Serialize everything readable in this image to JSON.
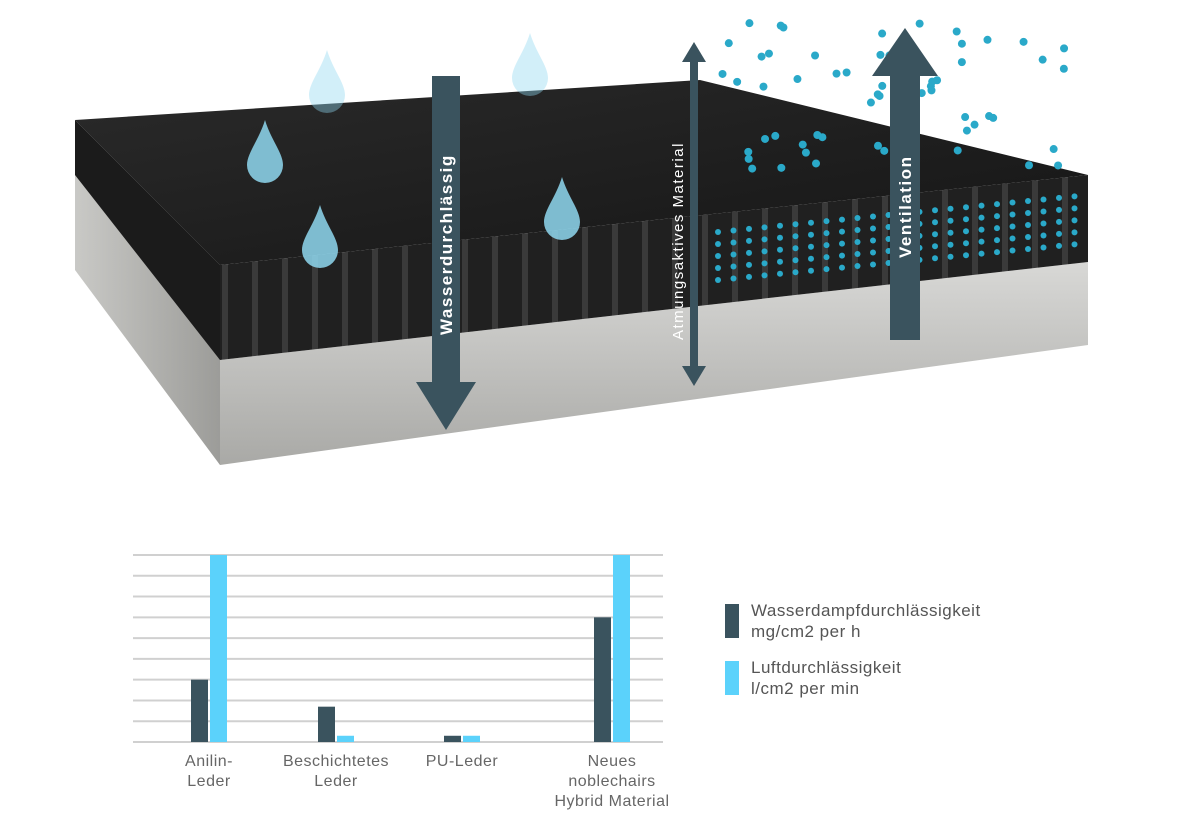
{
  "illustration": {
    "labels": {
      "water": "Wasserdurchlässig",
      "breathable": "Atmungsaktives Material",
      "ventilation": "Ventilation"
    },
    "colors": {
      "arrow": "#3a535e",
      "drop": "#8fd8f0",
      "particle": "#2aa9c9"
    }
  },
  "chart_data": {
    "type": "bar",
    "title": "",
    "xlabel": "",
    "ylabel": "",
    "ylim": [
      0,
      9
    ],
    "grid": true,
    "categories": [
      "Anilin-\nLeder",
      "Beschichtetes\nLeder",
      "PU-Leder",
      "Neues\nnoblechairs\nHybrid Material"
    ],
    "series": [
      {
        "name": "Wasserdampfdurchlässigkeit\nmg/cm2 per h",
        "color": "#3a535e",
        "values": [
          3.0,
          1.7,
          0.3,
          6.0
        ]
      },
      {
        "name": "Luftdurchlässigkeit\nl/cm2 per min",
        "color": "#5bd2fb",
        "values": [
          9.0,
          0.3,
          0.3,
          9.0
        ]
      }
    ],
    "legend_position": "right"
  }
}
